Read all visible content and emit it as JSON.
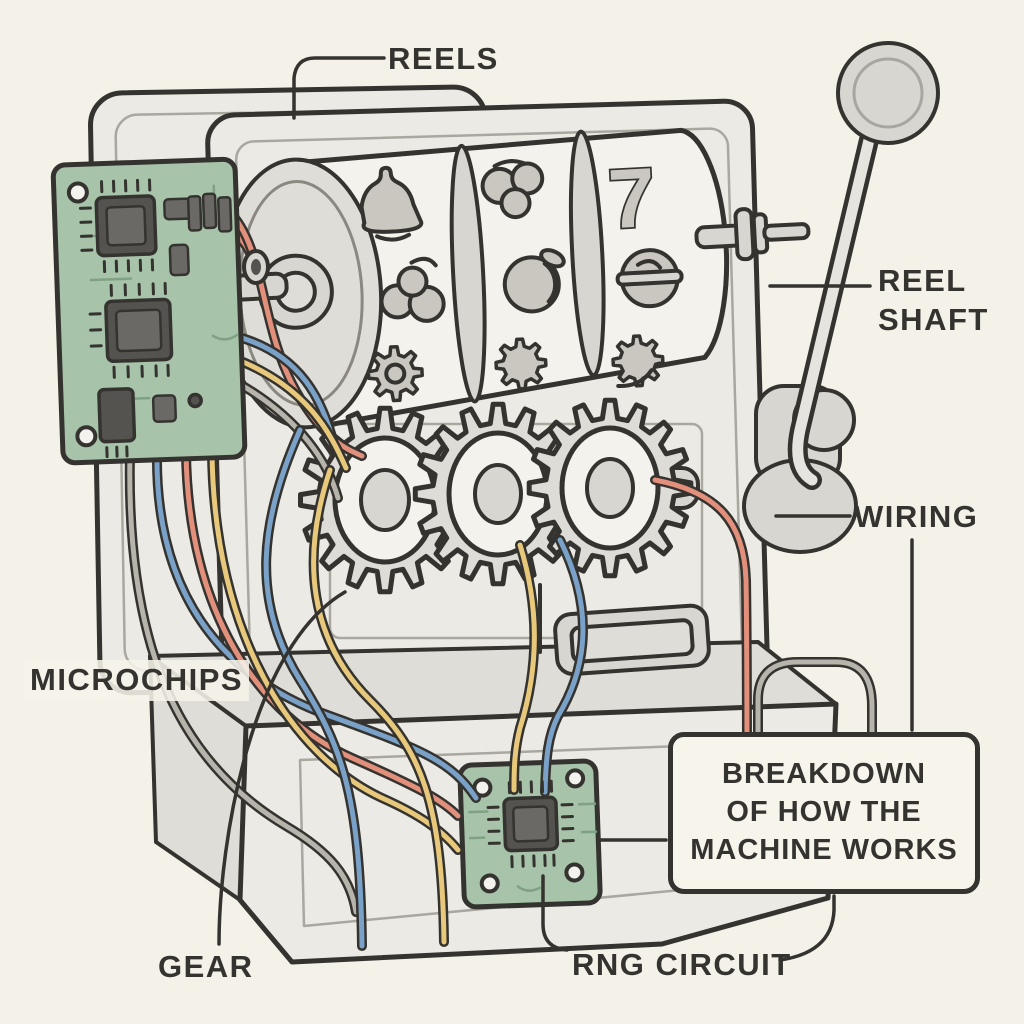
{
  "diagram": {
    "labels": {
      "reels": "REELS",
      "reel_shaft": "REEL SHAFT",
      "wiring": "WIRING",
      "microchips": "MICROCHIPS",
      "gear": "GEAR",
      "rng_circuit": "RNG CIRCUIT"
    },
    "breakdown_box": {
      "lines": [
        "BREAKDOWN",
        "OF HOW THE",
        "MACHINE WORKS"
      ]
    },
    "reels": {
      "seven_glyph": "7",
      "symbols": [
        [
          "bell",
          "cherries",
          "gear"
        ],
        [
          "grapes",
          "plum",
          "gear"
        ],
        [
          "seven",
          "cherry-bar",
          "gear"
        ]
      ]
    },
    "colors": {
      "bg": "#f4f1e8",
      "line": "#35332f",
      "machine_fill": "#eceae4",
      "machine_shade": "#dfddd7",
      "machine_light": "#f4f2ec",
      "metal": "#d8d6d0",
      "gear_fill": "#dedcd6",
      "symbol_fill": "#c9c7c0",
      "panel_line": "#a9a79f",
      "board_green": "#a7c3a9",
      "chip_dark": "#55534f",
      "chip_mid": "#6b6965",
      "trace": "#7fa184",
      "wire_salmon": "#e2907c",
      "wire_blue": "#7aa2c8",
      "wire_yellow": "#e8c97c",
      "wire_gray": "#b7b4ac",
      "box_bg": "#f7f4ec"
    }
  }
}
